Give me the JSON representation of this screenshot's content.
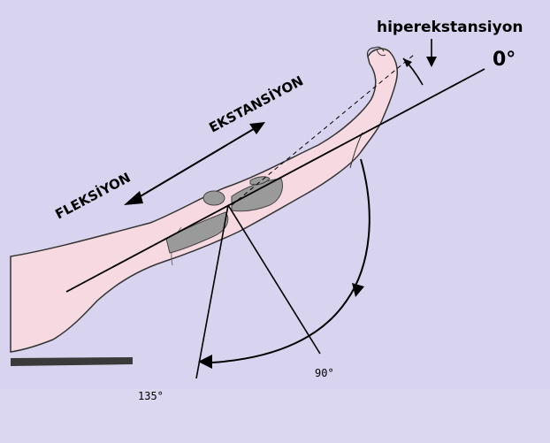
{
  "labels": {
    "hyperextension": "hiperekstansiyon",
    "zero": "0°",
    "extension": "EKSTANSİYON",
    "flexion": "FLEKSİYON",
    "ninety": "90°",
    "one_thirty_five": "135°"
  },
  "colors": {
    "background": "#d8d3ee",
    "skin": "#f7d9e1",
    "skin_outline": "#333333",
    "bone_shading": "#9a9a9a",
    "line": "#000000"
  }
}
